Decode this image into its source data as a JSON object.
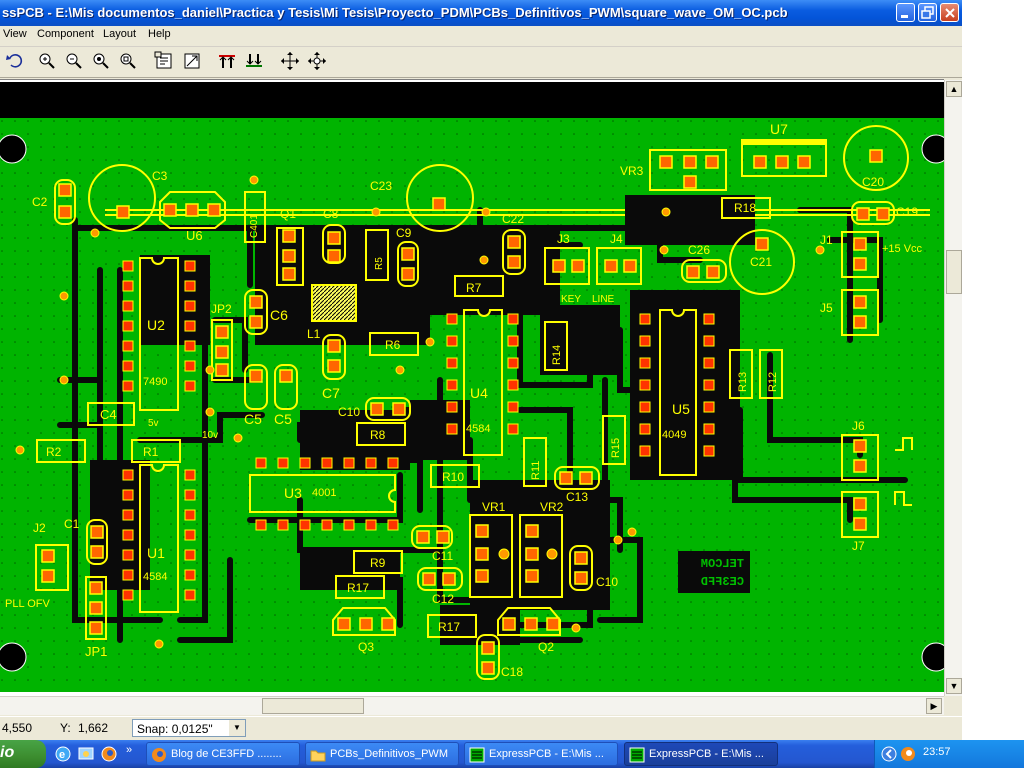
{
  "window": {
    "title": "ssPCB - E:\\Mis documentos_daniel\\Practica y Tesis\\Mi Tesis\\Proyecto_PDM\\PCBs_Definitivos_PWM\\square_wave_OM_OC.pcb"
  },
  "menu": {
    "items": [
      "View",
      "Component",
      "Layout",
      "Help"
    ]
  },
  "toolbar": {
    "icons": [
      "undo-icon",
      "zoom-in-icon",
      "zoom-out-icon",
      "zoom-fit-icon",
      "zoom-window-icon",
      "properties-icon",
      "component-icon",
      "layer-top-icon",
      "layer-bottom-icon",
      "move-icon",
      "rotate-icon"
    ]
  },
  "board": {
    "labels": {
      "C3": "C3",
      "C23": "C23",
      "C2": "C2",
      "U6": "U6",
      "C401": "C401",
      "Q1": "Q1",
      "C8": "C8",
      "C9": "C9",
      "C22": "C22",
      "J3": "J3",
      "J4": "J4",
      "VR3": "VR3",
      "U7": "U7",
      "C20": "C20",
      "C19": "C19",
      "R18": "R18",
      "C26": "C26",
      "C21": "C21",
      "J1": "J1",
      "VCC": "+15 Vcc",
      "J5": "J5",
      "U2": "U2",
      "IC7490": "7490",
      "JP2": "JP2",
      "C6": "C6",
      "L1": "L1",
      "R5": "R5",
      "R7": "R7",
      "KEY": "KEY",
      "LINE": "LINE",
      "R14": "R14",
      "C7": "C7",
      "R6": "R6",
      "U4": "U4",
      "IC4584A": "4584",
      "U5": "U5",
      "IC4049": "4049",
      "R13": "R13",
      "R12": "R12",
      "C4": "C4",
      "C5a": "C5",
      "C5b": "C5",
      "C10a": "C10",
      "R8": "R8",
      "R15": "R15",
      "J6": "J6",
      "R2": "R2",
      "R1": "R1",
      "U3": "U3",
      "IC4001": "4001",
      "R11": "R11",
      "R10": "R10",
      "C13": "C13",
      "VR1": "VR1",
      "VR2": "VR2",
      "J7": "J7",
      "C1": "C1",
      "J2": "J2",
      "U1": "U1",
      "IC4584B": "4584",
      "C11": "C11",
      "R9": "R9",
      "C10b": "C10",
      "PLL": "PLL OFV",
      "R17a": "R17",
      "C12": "C12",
      "JP1": "JP1",
      "Q3": "Q3",
      "R17b": "R17",
      "Q2": "Q2",
      "C18": "C18",
      "TELCOM": "TELCOM",
      "CE3FFD": "CE3FFD",
      "V5": "5v",
      "V10": "10v"
    }
  },
  "status": {
    "x": "4,550",
    "y_label": "Y:",
    "y": "1,662",
    "snap": "Snap: 0,0125\""
  },
  "taskbar": {
    "start": "io",
    "buttons": [
      {
        "label": "Blog de CE3FFD ........",
        "icon": "firefox-icon"
      },
      {
        "label": "PCBs_Definitivos_PWM",
        "icon": "folder-icon"
      },
      {
        "label": "ExpressPCB - E:\\Mis ...",
        "icon": "expresspcb-icon"
      },
      {
        "label": "ExpressPCB - E:\\Mis ...",
        "icon": "expresspcb-icon"
      }
    ],
    "clock": "23:57"
  }
}
